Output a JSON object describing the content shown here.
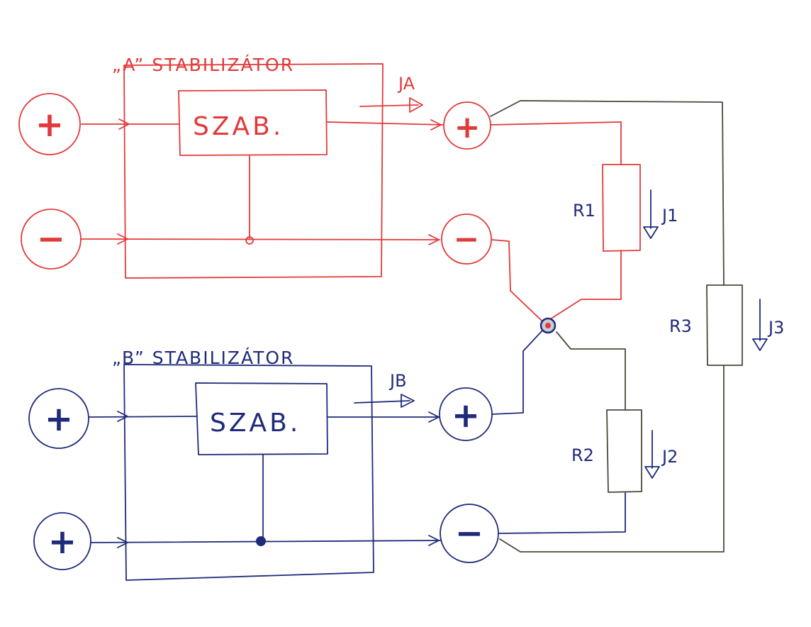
{
  "colors": {
    "stabilizer_a": "#e23a3a",
    "stabilizer_b": "#1f2b7a",
    "load_wiring": "#4a4a3a"
  },
  "stabilizer_a": {
    "title": "„A” STABILIZÁTOR",
    "block_label": "SZAB.",
    "current_label": "JA",
    "input_plus": "+",
    "input_minus": "−",
    "output_plus": "+",
    "output_minus": "−"
  },
  "stabilizer_b": {
    "title": "„B” STABILIZÁTOR",
    "block_label": "SZAB.",
    "current_label": "JB",
    "input_plus": "+",
    "input_second": "+",
    "output_plus": "+",
    "output_minus": "−"
  },
  "loads": {
    "r1": {
      "label": "R1",
      "current": "J1"
    },
    "r2": {
      "label": "R2",
      "current": "J2"
    },
    "r3": {
      "label": "R3",
      "current": "J3"
    }
  }
}
